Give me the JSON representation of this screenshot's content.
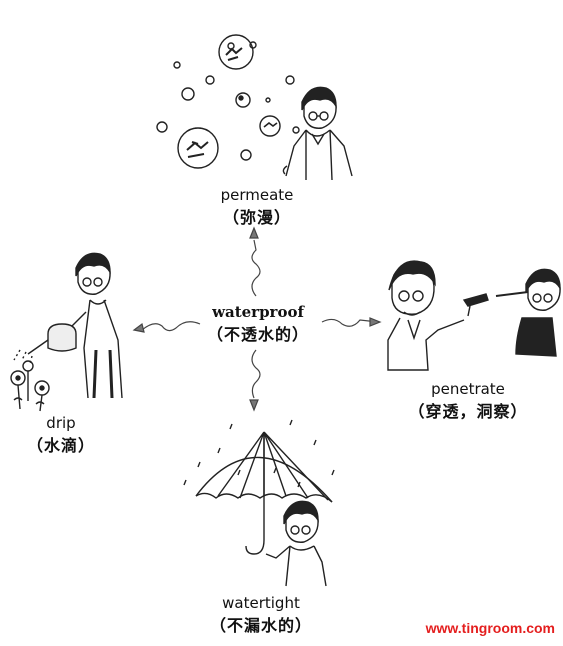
{
  "center": {
    "en": "waterproof",
    "cn": "（不透水的）"
  },
  "top": {
    "en": "permeate",
    "cn": "（弥漫）"
  },
  "left": {
    "en": "drip",
    "cn": "（水滴）"
  },
  "right": {
    "en": "penetrate",
    "cn": "（穿透，洞察）"
  },
  "bottom": {
    "en": "watertight",
    "cn": "（不漏水的）"
  },
  "watermark": "www.tingroom.com"
}
